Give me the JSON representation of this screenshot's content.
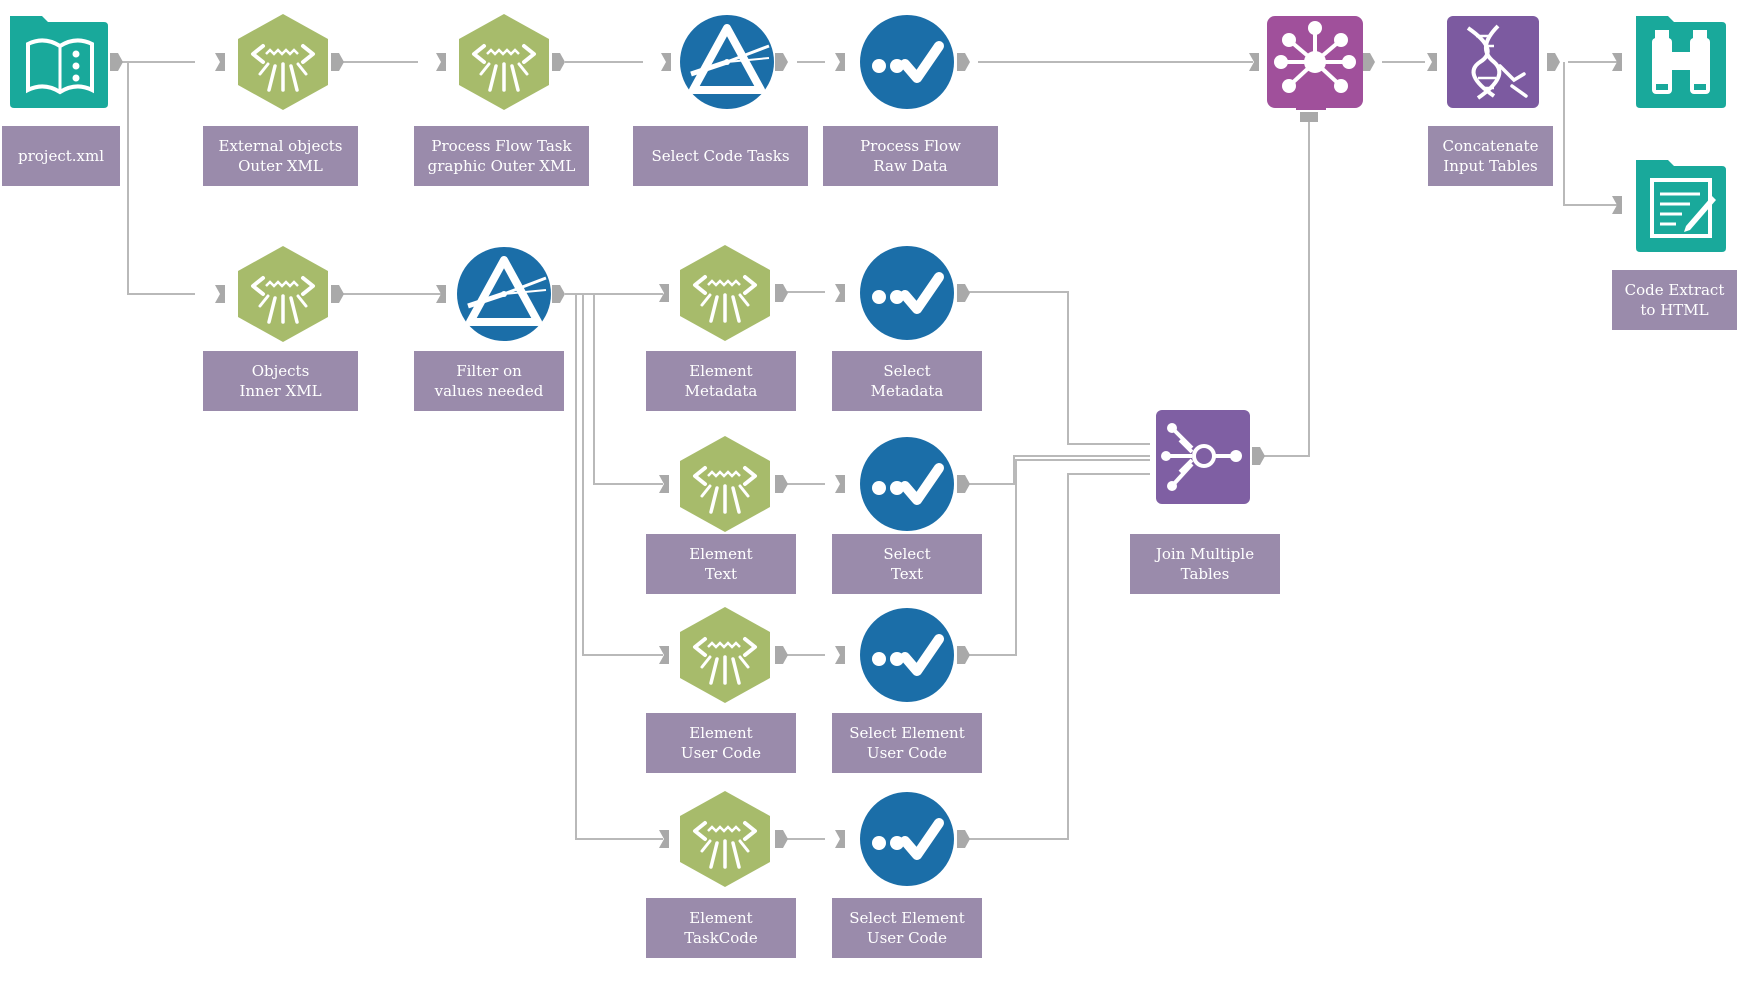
{
  "colors": {
    "xml_parse": "#a7bb6b",
    "filter": "#1b6ea8",
    "select": "#1b6ea8",
    "io": "#19a99b",
    "join": "#7f5fa3",
    "union": "#a0509b",
    "concat": "#7c5aa0",
    "label_bg": "#9a8bab",
    "wire": "#b9b9b9"
  },
  "nodes": [
    {
      "id": "input",
      "icon": "book-input-icon",
      "label": "project.xml"
    },
    {
      "id": "xml_ext",
      "icon": "xml-parse-icon",
      "label": "External objects\nOuter XML"
    },
    {
      "id": "xml_pft",
      "icon": "xml-parse-icon",
      "label": "Process Flow Task\ngraphic Outer XML"
    },
    {
      "id": "filter_code",
      "icon": "filter-icon",
      "label": "Select Code Tasks"
    },
    {
      "id": "sel_raw",
      "icon": "select-check-icon",
      "label": "Process Flow\nRaw Data"
    },
    {
      "id": "union",
      "icon": "union-icon",
      "label": ""
    },
    {
      "id": "concat",
      "icon": "dna-icon",
      "label": "Concatenate\nInput Tables"
    },
    {
      "id": "browse",
      "icon": "binoculars-icon",
      "label": ""
    },
    {
      "id": "output",
      "icon": "report-output-icon",
      "label": "Code Extract\nto HTML"
    },
    {
      "id": "xml_obj",
      "icon": "xml-parse-icon",
      "label": "Objects\nInner XML"
    },
    {
      "id": "filter_vals",
      "icon": "filter-icon",
      "label": "Filter on\nvalues needed"
    },
    {
      "id": "xml_meta",
      "icon": "xml-parse-icon",
      "label": "Element\nMetadata"
    },
    {
      "id": "sel_meta",
      "icon": "select-check-icon",
      "label": "Select\nMetadata"
    },
    {
      "id": "xml_text",
      "icon": "xml-parse-icon",
      "label": "Element\nText"
    },
    {
      "id": "sel_text",
      "icon": "select-check-icon",
      "label": "Select\nText"
    },
    {
      "id": "xml_user",
      "icon": "xml-parse-icon",
      "label": "Element\nUser Code"
    },
    {
      "id": "sel_user",
      "icon": "select-check-icon",
      "label": "Select Element\nUser Code"
    },
    {
      "id": "xml_task",
      "icon": "xml-parse-icon",
      "label": "Element\nTaskCode"
    },
    {
      "id": "sel_task",
      "icon": "select-check-icon",
      "label": "Select Element\nUser Code"
    },
    {
      "id": "join",
      "icon": "join-multiple-icon",
      "label": "Join Multiple\nTables"
    }
  ]
}
